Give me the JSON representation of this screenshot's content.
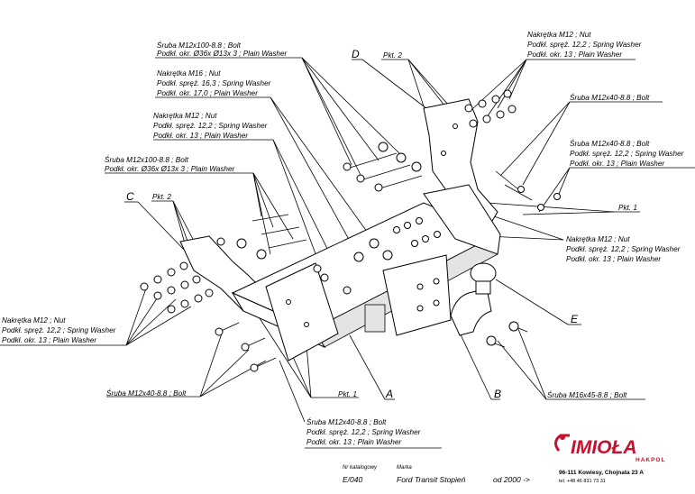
{
  "labels": {
    "bolt_100_top": {
      "line1": "Śruba M12x100-8.8 ;  Bolt",
      "line2": "Podkł. okr.  Ø36x Ø13x 3 ; Plain Washer"
    },
    "nut_m16": {
      "line1": "Nakrętka  M16 ; Nut",
      "line2": "Podkł. spręż. 16,3 ; Spring Washer",
      "line3": "Podkł. okr. 17,0 ;  Plain Washer"
    },
    "nut_m12_left_top": {
      "line1": "Nakrętka  M12 ; Nut",
      "line2": "Podkł. spręż. 12,2 ; Spring Washer",
      "line3": "Podkł. okr. 13 ; Plain Washer"
    },
    "bolt_100_left": {
      "line1": "Śruba M12x100-8.8 ;  Bolt",
      "line2": "Podkł. okr.  Ø36x Ø13x 3 ; Plain Washer"
    },
    "nut_m12_right_top": {
      "line1": "Nakrętka M12 ; Nut",
      "line2": "Podkł. spręż. 12,2 ; Spring Washer",
      "line3": "Podkł. okr. 13 ; Plain Washer"
    },
    "bolt_m12x40_right": "Śruba M12x40-8.8 ;  Bolt",
    "bolt_m12x40_right2": {
      "line1": "Śruba M12x40-8.8 ;  Bolt",
      "line2": "Podkł. spręż. 12,2 ; Spring Washer",
      "line3": "Podkł. okr. 13 ; Plain Washer"
    },
    "nut_m12_right_mid": {
      "line1": "Nakrętka  M12 ; Nut",
      "line2": "Podkł. spręż. 12,2 ; Spring Washer",
      "line3": "Podkł. okr. 13 ; Plain Washer"
    },
    "nut_m12_left_bottom": {
      "line1": "Nakrętka  M12 ; Nut",
      "line2": "Podkł. spręż. 12,2 ; Spring Washer",
      "line3": "Podkł. okr. 13 ; Plain Washer"
    },
    "bolt_m12x40_bottom": "Śruba M12x40-8.8 ;  Bolt",
    "bolt_m12x40_center": {
      "line1": "Śruba M12x40-8.8 ;  Bolt",
      "line2": "Podkł. spręż. 12,2 ; Spring Washer",
      "line3": "Podkł. okr. 13 ; Plain Washer"
    },
    "bolt_m16x45": "Śruba M16x45-8.8 ;  Bolt",
    "pkt1_right": "Pkt. 1",
    "pkt1_bottom": "Pkt. 1",
    "pkt2_top": "Pkt. 2",
    "pkt2_left": "Pkt. 2",
    "letters": {
      "a": "A",
      "b": "B",
      "c": "C",
      "d": "D",
      "e": "E"
    }
  },
  "footer": {
    "catalog_caption": "Nr katalogowy",
    "catalog_value": "E/040",
    "brand_caption": "Marka",
    "brand_value": "Ford Transit Stopień",
    "date_value": "od 2000 ->"
  },
  "company": {
    "logo": "IMIOŁA",
    "sublogo": "HAKPOL",
    "address": "96-111 Kowiesy, Chojnata 23 A",
    "phone": "tel. +48 46 831 73 31"
  },
  "colors": {
    "logo": "#c8102e",
    "line": "#000000"
  }
}
